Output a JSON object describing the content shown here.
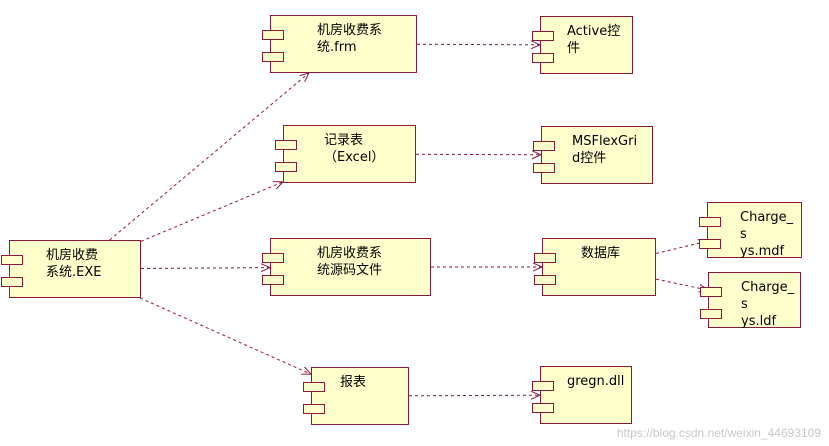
{
  "colors": {
    "fill": "#ffffcc",
    "stroke": "#8b1a3a",
    "arrow": "#8b1a3a"
  },
  "nodes": {
    "exe": "机房收费\n系统.EXE",
    "frm": "机房收费系\n统.frm",
    "excel": "记录表\n（Excel）",
    "src": "机房收费系\n统源码文件",
    "report": "报表",
    "active": "Active控\n件",
    "msflex": "MSFlexGri\nd控件",
    "db": "数据库",
    "mdf": "Charge_s\nys.mdf",
    "ldf": "Charge_s\nys.ldf",
    "gregn": "gregn.dll"
  },
  "edges": [
    {
      "from": "exe",
      "to": "frm"
    },
    {
      "from": "exe",
      "to": "excel"
    },
    {
      "from": "exe",
      "to": "src"
    },
    {
      "from": "exe",
      "to": "report"
    },
    {
      "from": "frm",
      "to": "active"
    },
    {
      "from": "excel",
      "to": "msflex"
    },
    {
      "from": "src",
      "to": "db"
    },
    {
      "from": "db",
      "to": "mdf"
    },
    {
      "from": "db",
      "to": "ldf"
    },
    {
      "from": "report",
      "to": "gregn"
    }
  ],
  "watermark": "https://blog.csdn.net/weixin_44693109"
}
